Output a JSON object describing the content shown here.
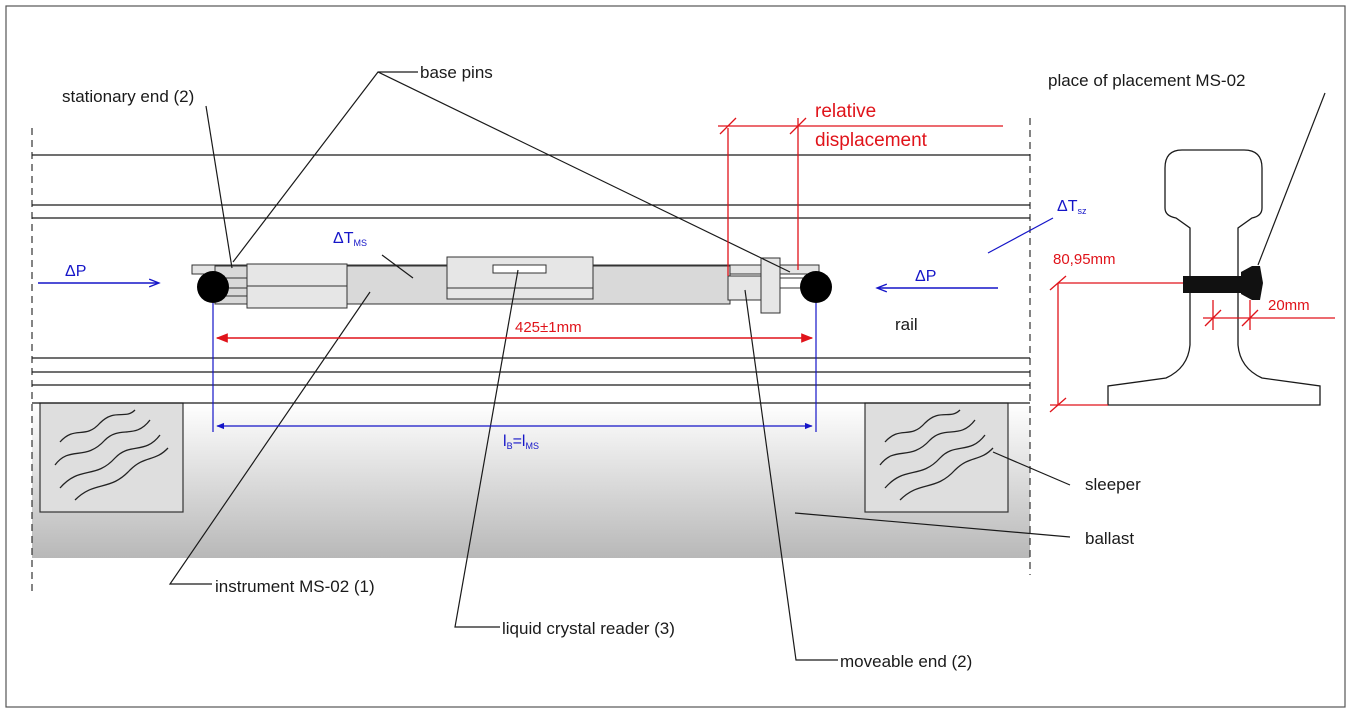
{
  "labels": {
    "base_pins": "base pins",
    "stationary_end": "stationary end (2)",
    "placement": "place of placement MS-02",
    "relative_line1": "relative",
    "relative_line2": "displacement",
    "rail": "rail",
    "sleeper": "sleeper",
    "ballast": "ballast",
    "instrument": "instrument MS-02 (1)",
    "reader": "liquid crystal reader (3)",
    "moveable_end": "moveable end (2)"
  },
  "symbols": {
    "delta_p_left": "ΔP",
    "delta_p_right": "ΔP",
    "delta_t_ms_main": "ΔT",
    "delta_t_ms_sub": "MS",
    "delta_t_rail_main": "ΔT",
    "delta_t_rail_sub": "sz",
    "length_l": "l",
    "length_l_sub": "B",
    "length_eq": "=l",
    "length_ms_sub": "MS"
  },
  "dimensions": {
    "base_length": "425±1mm",
    "height": "80,95mm",
    "offset": "20mm"
  },
  "colors": {
    "red": "#e0131a",
    "blue": "#1515c8",
    "line": "#1a1a1a",
    "ballast_top": "#ffffff",
    "ballast_bottom": "#b8b8b8",
    "device_fill": "#d9d9d9"
  }
}
